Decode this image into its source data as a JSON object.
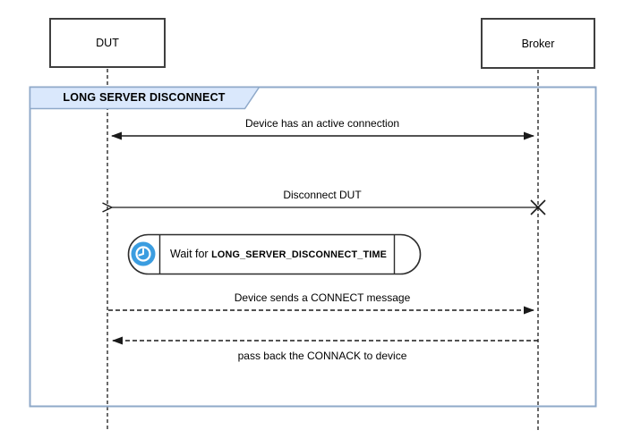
{
  "diagram": {
    "actors": [
      {
        "label": "DUT"
      },
      {
        "label": "Broker"
      }
    ],
    "frame": {
      "label": "LONG SERVER DISCONNECT"
    },
    "messages": [
      {
        "text": "Device has an active connection",
        "line": "solid",
        "arrows": "both-filled"
      },
      {
        "text": "Disconnect DUT",
        "line": "solid",
        "arrows": "open-left, lost-x-right"
      },
      {
        "text": "Device sends a CONNECT message",
        "line": "dashed",
        "arrows": "filled-right"
      },
      {
        "text": "pass back the CONNACK to device",
        "line": "dashed",
        "arrows": "filled-left"
      }
    ],
    "wait_note": {
      "prefix": "Wait for ",
      "code": "LONG_SERVER_DISCONNECT_TIME",
      "icon": "clock-icon"
    },
    "colors": {
      "frame_border": "#8fa9c9",
      "frame_label_fill": "#dae8fc",
      "line": "#1a1a1a",
      "actor_border": "#3f3f3f",
      "clock_blue": "#3b9de0"
    }
  }
}
